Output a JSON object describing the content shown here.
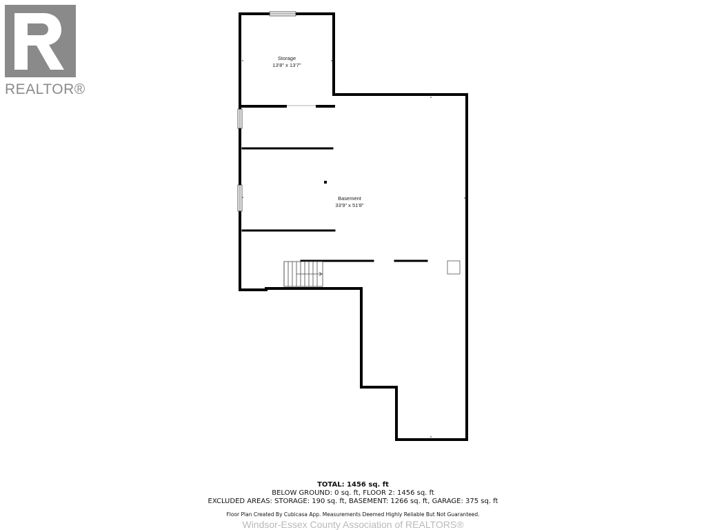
{
  "logo": {
    "brand_text": "REALTOR®",
    "brand_color": "#8a8a8a"
  },
  "rooms": [
    {
      "name": "Storage",
      "dimensions": "13'8\" x 13'7\""
    },
    {
      "name": "Basement",
      "dimensions": "33'9\" x 51'8\""
    }
  ],
  "summary": {
    "total": "TOTAL: 1456 sq. ft",
    "below_ground_line": "BELOW GROUND: 0 sq. ft, FLOOR 2: 1456 sq. ft",
    "excluded_line": "EXCLUDED AREAS: STORAGE: 190 sq. ft, BASEMENT: 1266 sq. ft, GARAGE: 375 sq. ft"
  },
  "disclaimer": "Floor Plan Created By Cubicasa App. Measurements Deemed Highly Reliable But Not Guaranteed.",
  "watermark": "Windsor-Essex County Association of REALTORS®",
  "colors": {
    "wall": "#000000",
    "background": "#ffffff",
    "watermark": "#b9b9b9"
  }
}
